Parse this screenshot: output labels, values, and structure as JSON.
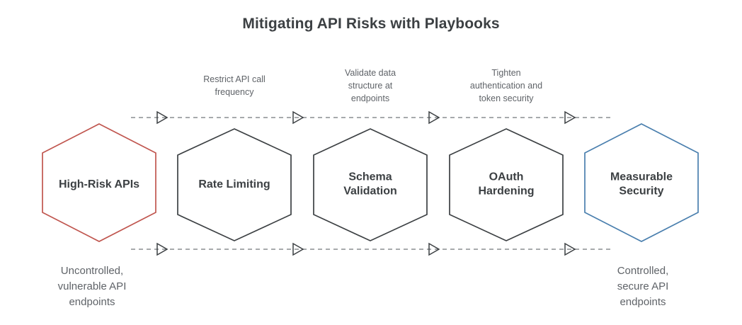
{
  "diagram": {
    "title": "Mitigating API Risks with Playbooks",
    "colors": {
      "start_stroke": "#c0564f",
      "end_stroke": "#4a7fae",
      "node_stroke": "#3c4043",
      "line_stroke": "#8a8d91",
      "title_text": "#3c4043",
      "node_text": "#3c4043",
      "caption_text": "#5f6368",
      "background": "#ffffff"
    },
    "nodes": [
      {
        "id": "high-risk-apis",
        "label": "High-Risk APIs",
        "role": "start",
        "stroke": "#c0564f"
      },
      {
        "id": "rate-limiting",
        "label": "Rate Limiting",
        "role": "step",
        "stroke": "#3c4043"
      },
      {
        "id": "schema-validation",
        "label": "Schema\nValidation",
        "line1": "Schema",
        "line2": "Validation",
        "role": "step",
        "stroke": "#3c4043"
      },
      {
        "id": "oauth-hardening",
        "label": "OAuth\nHardening",
        "line1": "OAuth",
        "line2": "Hardening",
        "role": "step",
        "stroke": "#3c4043"
      },
      {
        "id": "measurable-security",
        "label": "Measurable\nSecurity",
        "line1": "Measurable",
        "line2": "Security",
        "role": "end",
        "stroke": "#4a7fae"
      }
    ],
    "step_captions": [
      {
        "id": "caption-rate-limiting",
        "line1": "Restrict API call",
        "line2": "frequency",
        "line3": ""
      },
      {
        "id": "caption-schema-validation",
        "line1": "Validate data",
        "line2": "structure at",
        "line3": "endpoints"
      },
      {
        "id": "caption-oauth-hardening",
        "line1": "Tighten",
        "line2": "authentication and",
        "line3": "token security"
      }
    ],
    "end_captions": [
      {
        "id": "caption-start-state",
        "line1": "Uncontrolled,",
        "line2": "vulnerable API",
        "line3": "endpoints"
      },
      {
        "id": "caption-end-state",
        "line1": "Controlled,",
        "line2": "secure API",
        "line3": "endpoints"
      }
    ],
    "flow": {
      "top_line_label": "forward-flow-top",
      "bottom_line_label": "forward-flow-bottom",
      "arrow_count": 4,
      "style": "dashed"
    }
  }
}
